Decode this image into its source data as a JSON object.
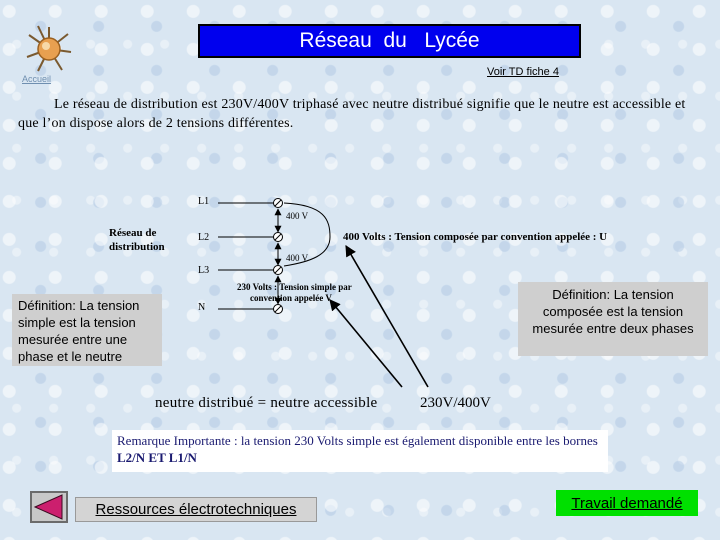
{
  "header": {
    "title": "Réseau  du   Lycée",
    "logo_label": "Accueil",
    "td_link": "Voir TD fiche 4"
  },
  "intro": "Le réseau de distribution est 230V/400V triphasé avec neutre distribué signifie que le neutre est accessible et que l’on dispose alors de 2 tensions différentes.",
  "diagram": {
    "network_label_1": "Réseau de",
    "network_label_2": "distribution",
    "conductors": [
      "L1",
      "L2",
      "L3",
      "N"
    ],
    "voltage_l1_l2": "400 V",
    "voltage_l2_l3": "400 V",
    "composed_label": "400 Volts : Tension composée par convention appelée : U",
    "simple_label_1": "230 Volts : Tension  simple par",
    "simple_label_2": "convention appelée  V"
  },
  "definitions": {
    "simple": "Définition: La tension simple est la tension mesurée entre une phase et le neutre",
    "composee": "Définition: La tension composée est la tension mesurée entre deux phases"
  },
  "neutre_text": "neutre distribué = neutre accessible",
  "volt_text": "230V/400V",
  "remark": {
    "text": "Remarque Importante : la tension 230 Volts  simple est également disponible entre les bornes",
    "bold": "L2/N  ET  L1/N"
  },
  "footer": {
    "resources": "Ressources électrotechniques",
    "travail": "Travail demandé"
  },
  "colors": {
    "title_bg": "#0000ee",
    "remark_text": "#1a1a70",
    "travail_bg": "#00e000",
    "note_bg": "#cfcfcf"
  }
}
